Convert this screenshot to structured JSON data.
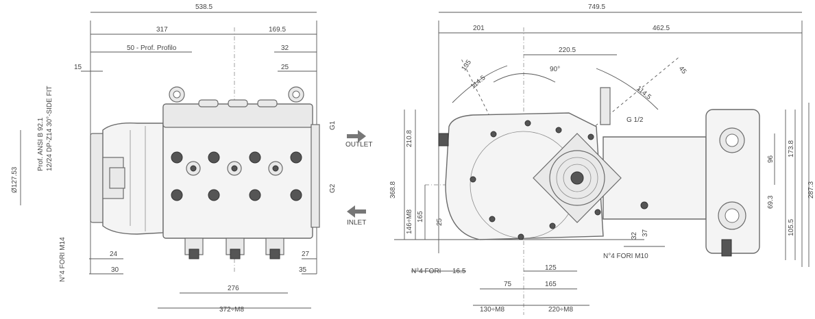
{
  "colors": {
    "line": "#555555",
    "body": "#f4f4f4",
    "bolt": "#5a5a5a"
  },
  "arrows": {
    "outlet_icon": "arrow-right-icon",
    "inlet_icon": "arrow-left-icon"
  },
  "left_view": {
    "overall": "538.5",
    "left_part": "317",
    "right_part": "169.5",
    "shaft_note": "50 - Prof. Profilo",
    "dim_32": "32",
    "dim_25": "25",
    "dim_15": "15",
    "shaft_spec_line1": "Prof. ANSI B 92.1",
    "shaft_spec_line2": "12/24 DP-Z14 30°-SIDE FIT",
    "diameter": "Ø127.53",
    "holes": "N°4 FORI M14",
    "outlet_size": "G1",
    "outlet_label": "OUTLET",
    "inlet_size": "G2",
    "inlet_label": "INLET",
    "dim_24": "24",
    "dim_30": "30",
    "dim_27": "27",
    "dim_35": "35",
    "dim_276": "276",
    "dim_372": "372÷M8"
  },
  "right_view": {
    "overall": "749.5",
    "dim_201": "201",
    "dim_462": "462.5",
    "dim_220": "220.5",
    "angle_90": "90°",
    "dim_135": "135",
    "dim_114a": "114.5",
    "dim_114b": "114.5",
    "angle_45": "45",
    "gauge_port": "G 1/2",
    "height_210": "210.8",
    "height_368": "368.8",
    "dim_146": "146÷M8",
    "dim_165": "165",
    "dim_25": "25",
    "dim_173": "173.8",
    "dim_96": "96",
    "dim_287": "287.3",
    "dim_69": "69.3",
    "dim_105": "105.5",
    "dim_32": "32",
    "dim_37": "37",
    "holes_right": "N°4 FORI M10",
    "holes_left": "N°4 FORI",
    "dim_16": "16.5",
    "dim_125": "125",
    "dim_75": "75",
    "dim_165b": "165",
    "dim_130": "130÷M8",
    "dim_220b": "220÷M8"
  }
}
